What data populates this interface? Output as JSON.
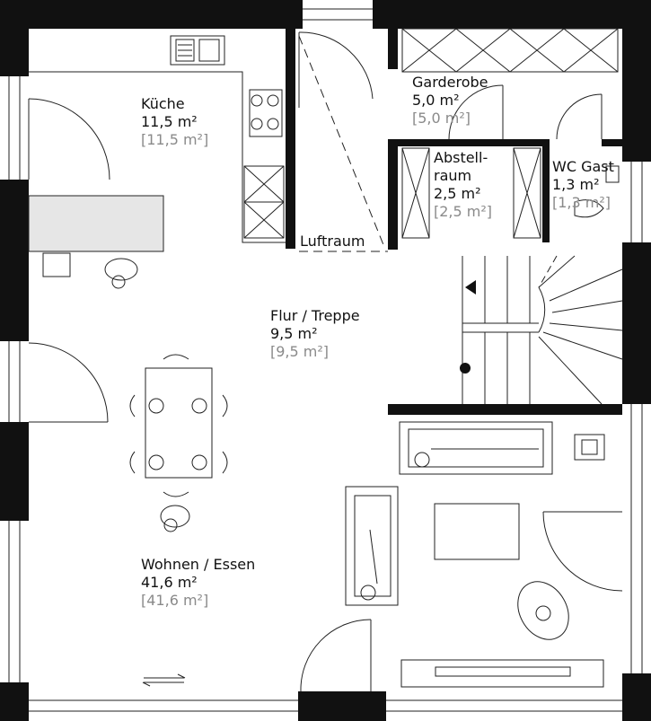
{
  "rooms": [
    {
      "id": "kueche",
      "name": "Küche",
      "area": "11,5 m²",
      "area_alt": "[11,5 m²]"
    },
    {
      "id": "garderobe",
      "name": "Garderobe",
      "area": "5,0 m²",
      "area_alt": "[5,0 m²]"
    },
    {
      "id": "abstell",
      "name_line1": "Abstell-",
      "name_line2": "raum",
      "area": "2,5 m²",
      "area_alt": "[2,5 m²]"
    },
    {
      "id": "wc",
      "name": "WC Gast",
      "area": "1,3 m²",
      "area_alt": "[1,3 m²]"
    },
    {
      "id": "flur",
      "name": "Flur / Treppe",
      "area": "9,5 m²",
      "area_alt": "[9,5 m²]"
    },
    {
      "id": "wohnen",
      "name": "Wohnen / Essen",
      "area": "41,6 m²",
      "area_alt": "[41,6 m²]"
    }
  ],
  "labels": {
    "luftraum": "Luftraum"
  },
  "colors": {
    "wall": "#111111",
    "line": "#222222",
    "area_alt": "#8a8a8a",
    "counter": "#e6e6e6"
  }
}
